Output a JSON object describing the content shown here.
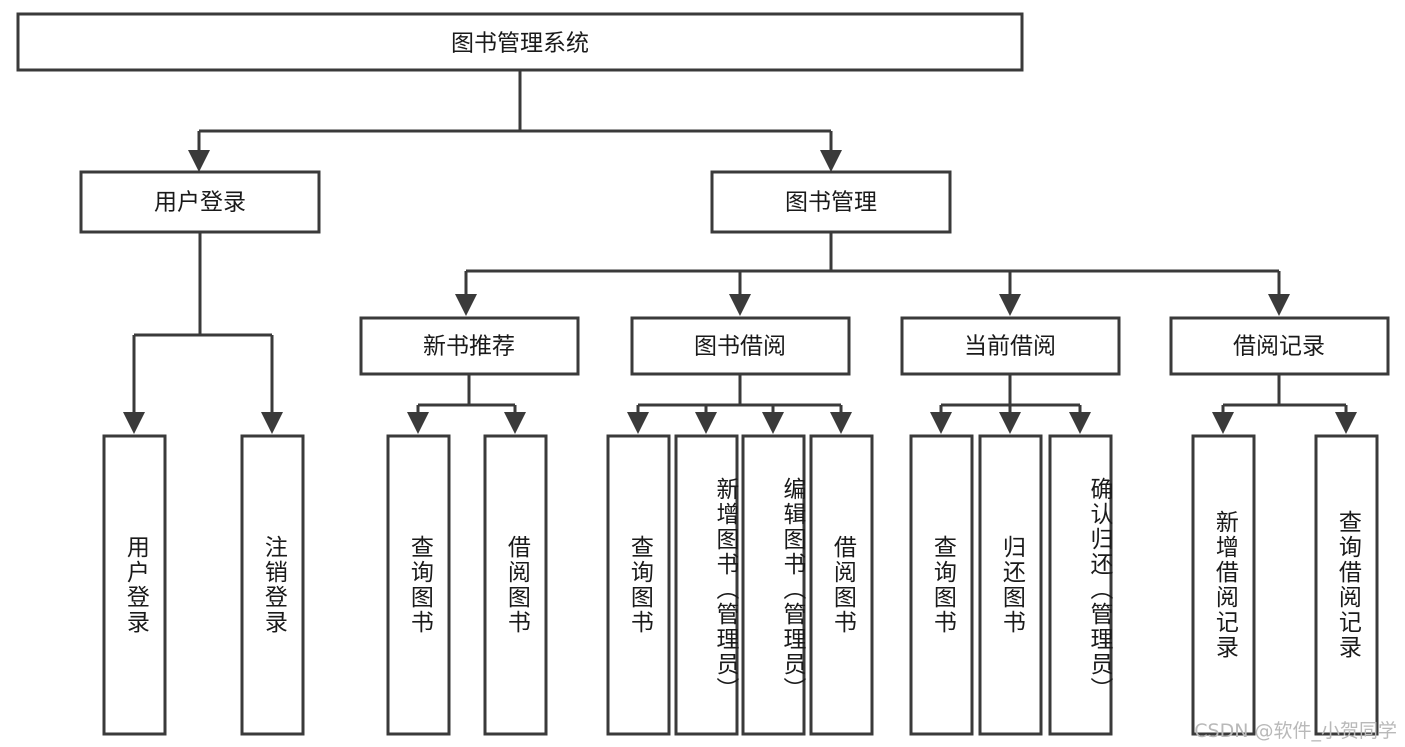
{
  "diagram": {
    "title": "图书管理系统",
    "watermark": "CSDN @软件_小贺同学",
    "type": "tree-hierarchy",
    "orientation": "top-down",
    "box_fill": "#ffffff",
    "box_stroke": "#3a3a3a",
    "text_color": "#1a1a1a",
    "watermark_color": "#b9b9b9"
  },
  "root": {
    "label": "图书管理系统"
  },
  "level2": [
    {
      "id": "user-login",
      "label": "用户登录"
    },
    {
      "id": "book-management",
      "label": "图书管理"
    }
  ],
  "level3": [
    {
      "id": "new-book-recommend",
      "label": "新书推荐",
      "parent": "book-management"
    },
    {
      "id": "book-borrow",
      "label": "图书借阅",
      "parent": "book-management"
    },
    {
      "id": "current-borrow",
      "label": "当前借阅",
      "parent": "book-management"
    },
    {
      "id": "borrow-record",
      "label": "借阅记录",
      "parent": "book-management"
    }
  ],
  "leaves": {
    "user_login": [
      {
        "id": "leaf-user-login",
        "label": "用户登录"
      },
      {
        "id": "leaf-logout",
        "label": "注销登录"
      }
    ],
    "new_book_recommend": [
      {
        "id": "leaf-query-book-1",
        "label": "查询图书"
      },
      {
        "id": "leaf-borrow-book-1",
        "label": "借阅图书"
      }
    ],
    "book_borrow": [
      {
        "id": "leaf-query-book-2",
        "label": "查询图书"
      },
      {
        "id": "leaf-add-book",
        "label": "新增图书（管理员）"
      },
      {
        "id": "leaf-edit-book",
        "label": "编辑图书（管理员）"
      },
      {
        "id": "leaf-borrow-book-2",
        "label": "借阅图书"
      }
    ],
    "current_borrow": [
      {
        "id": "leaf-query-book-3",
        "label": "查询图书"
      },
      {
        "id": "leaf-return-book",
        "label": "归还图书"
      },
      {
        "id": "leaf-confirm-return",
        "label": "确认归还（管理员）"
      }
    ],
    "borrow_record": [
      {
        "id": "leaf-add-record",
        "label": "新增借阅记录"
      },
      {
        "id": "leaf-query-record",
        "label": "查询借阅记录"
      }
    ]
  }
}
